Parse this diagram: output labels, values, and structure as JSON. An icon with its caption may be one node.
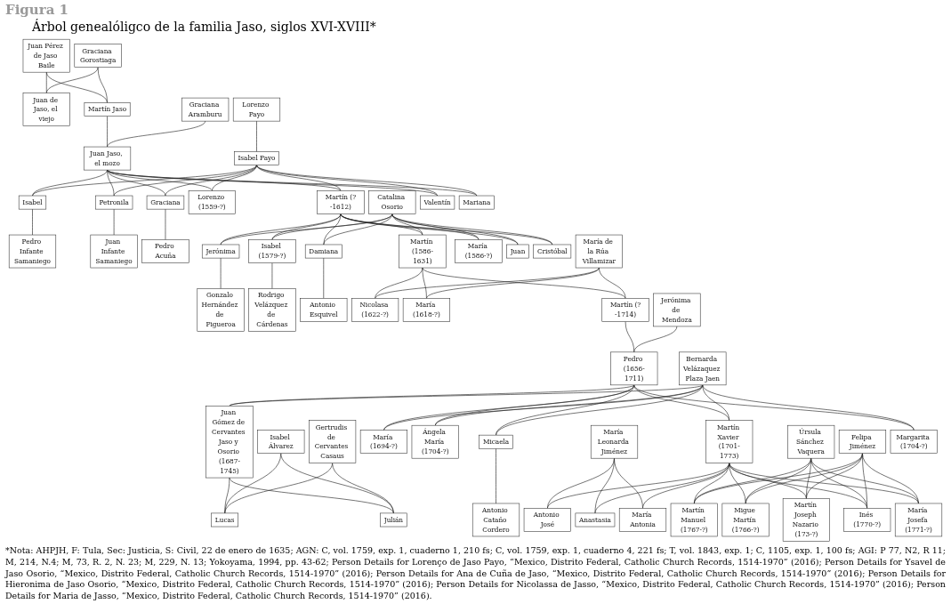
{
  "diagram": {
    "title": "Árbol genealóligco de la familia Jaso, siglos XVI-XVIII*",
    "caption": "*Nota: AHPJH, F: Tula, Sec: Justicia, S: Civil, 22 de enero de 1635; AGN: C, vol. 1759, exp. 1, cuaderno 1, 210 fs; C, vol. 1759, exp. 1, cuaderno 4, 221 fs; T, vol. 1843, exp. 1; C, 1105, exp. 1, 100 fs; AGI: P 77, N2, R 11; M, 214, N.4; M, 73, R. 2, N. 23; M, 229, N. 13; Yokoyama, 1994, pp. 43-62; Person Details for Lorenço de Jaso Payo, “Mexico, Distrito Federal, Catholic Church Records, 1514-1970” (2016); Person Details for Ysavel de Jaso Osorio, “Mexico, Distrito Federal, Catholic Church Records, 1514-1970” (2016); Person Details for Ana de Cuña de Jaso, “Mexico, Distrito Federal, Catholic Church Records, 1514-1970” (2016); Person Details for Hieronima de Jaso Osorio, “Mexico, Distrito Federal, Catholic Church Records, 1514-1970” (2016); Person Details for Nicolassa de Jasso, “Mexico, Distrito Federal, Catholic Church Records, 1514-1970” (2016); Person Details for Maria de Jasso, “Mexico, Distrito Federal, Catholic Church Records, 1514-1970” (2016).",
    "nodes": [
      {
        "text": [
          "Juan Pérez de Jaso Baile"
        ]
      },
      {
        "text": [
          "Graciana Gorostiaga"
        ]
      },
      {
        "text": [
          "Juan de Jaso, el viejo"
        ]
      },
      {
        "text": [
          "Martín Jaso"
        ]
      },
      {
        "text": [
          "Graciana Aramburu"
        ]
      },
      {
        "text": [
          "Lorenzo Payo"
        ]
      },
      {
        "text": [
          "Juan Jaso, el mozo"
        ]
      },
      {
        "text": [
          "Isabel Payo"
        ]
      },
      {
        "text": [
          "Isabel"
        ]
      },
      {
        "text": [
          "Pedro Infante Samaniego"
        ]
      },
      {
        "text": [
          "Petronila"
        ]
      },
      {
        "text": [
          "Juan Infante Samaniego"
        ]
      },
      {
        "text": [
          "Graciana"
        ]
      },
      {
        "text": [
          "Pedro Acuña"
        ]
      },
      {
        "text": [
          "Lorenzo (1559-?)"
        ]
      },
      {
        "text": [
          "Martín (?-1612)"
        ]
      },
      {
        "text": [
          "Catalina Osorio"
        ]
      },
      {
        "text": [
          "Valentín"
        ]
      },
      {
        "text": [
          "Mariana"
        ]
      },
      {
        "text": [
          "Jerónima"
        ]
      },
      {
        "text": [
          "Gonzalo Hernández de Figueroa"
        ]
      },
      {
        "text": [
          "Isabel (1579-?)"
        ]
      },
      {
        "text": [
          "Rodrigo Velázquez de Cárdenas"
        ]
      },
      {
        "text": [
          "Martín (1586-1631)"
        ]
      },
      {
        "text": [
          "María de la Rúa Villamizar"
        ]
      },
      {
        "text": [
          "María (1586-?)"
        ]
      },
      {
        "text": [
          "Juan"
        ]
      },
      {
        "text": [
          "Cristóbal"
        ]
      },
      {
        "text": [
          "Damiana"
        ]
      },
      {
        "text": [
          "Antonio Esquivel"
        ]
      },
      {
        "text": [
          "Nicolasa (1622-?)"
        ]
      },
      {
        "text": [
          "María (1618-?)"
        ]
      },
      {
        "text": [
          "Martín (?-1714)"
        ]
      },
      {
        "text": [
          "Jerónima de Mendoza"
        ]
      },
      {
        "text": [
          "Pedro (1656-1711)"
        ]
      },
      {
        "text": [
          "Bernarda Velázaquez Plaza Jaen"
        ]
      },
      {
        "text": [
          "Juan Gómez de Cervantes Jaso y Osorio (1687-1745)"
        ]
      },
      {
        "text": [
          "Isabel Álvarez"
        ]
      },
      {
        "text": [
          "Gertrudis de Cervantes Casaus"
        ]
      },
      {
        "text": [
          "María (1694-?)"
        ]
      },
      {
        "text": [
          "Ángela María (1704-?)"
        ]
      },
      {
        "text": [
          "Micaela"
        ]
      },
      {
        "text": [
          "Antonio Cataño Cordero"
        ]
      },
      {
        "text": [
          "Martín Xavier (1701-1773)"
        ]
      },
      {
        "text": [
          "María Leonarda Jiménez"
        ]
      },
      {
        "text": [
          "Úrsula Sánchez Vaquera"
        ]
      },
      {
        "text": [
          "Felipa Jiménez"
        ]
      },
      {
        "text": [
          "Margarita (1704-?)"
        ]
      },
      {
        "text": [
          "Lucas"
        ]
      },
      {
        "text": [
          "Julián"
        ]
      },
      {
        "text": [
          "Antonio José"
        ]
      },
      {
        "text": [
          "Anastasia"
        ]
      },
      {
        "text": [
          "María Antonia"
        ]
      },
      {
        "text": [
          "Martín Manuel (1767-?)"
        ]
      },
      {
        "text": [
          "Migue Martín (1766-?)"
        ]
      },
      {
        "text": [
          "Martín Joseph Nazario (173-?)"
        ]
      },
      {
        "text": [
          "Inés (1770-?)"
        ]
      },
      {
        "text": [
          "María Josefa (1771-?)"
        ]
      }
    ],
    "edges": [
      {
        "from": 0,
        "to": 2,
        "arrow": "none"
      },
      {
        "from": 0,
        "to": 3,
        "arrow": "none"
      },
      {
        "from": 1,
        "to": 2,
        "arrow": "none"
      },
      {
        "from": 1,
        "to": 3,
        "arrow": "none"
      },
      {
        "from": 3,
        "to": 6,
        "arrow": "none"
      },
      {
        "from": 4,
        "to": 6,
        "arrow": "none"
      },
      {
        "from": 5,
        "to": 7,
        "arrow": "none"
      },
      {
        "from": 6,
        "to": 8,
        "arrow": "none"
      },
      {
        "from": 6,
        "to": 10,
        "arrow": "none"
      },
      {
        "from": 6,
        "to": 12,
        "arrow": "none"
      },
      {
        "from": 6,
        "to": 14,
        "arrow": "none"
      },
      {
        "from": 6,
        "to": 15,
        "arrow": "none"
      },
      {
        "from": 6,
        "to": 17,
        "arrow": "none"
      },
      {
        "from": 6,
        "to": 18,
        "arrow": "none"
      },
      {
        "from": 7,
        "to": 8,
        "arrow": "none"
      },
      {
        "from": 7,
        "to": 10,
        "arrow": "none"
      },
      {
        "from": 7,
        "to": 12,
        "arrow": "none"
      },
      {
        "from": 7,
        "to": 14,
        "arrow": "none"
      },
      {
        "from": 7,
        "to": 15,
        "arrow": "none"
      },
      {
        "from": 7,
        "to": 17,
        "arrow": "none"
      },
      {
        "from": 7,
        "to": 18,
        "arrow": "none"
      },
      {
        "from": 8,
        "to": 9,
        "arrow": "none"
      },
      {
        "from": 10,
        "to": 11,
        "arrow": "none"
      },
      {
        "from": 12,
        "to": 13,
        "arrow": "none"
      },
      {
        "from": 15,
        "to": 19,
        "arrow": "none"
      },
      {
        "from": 15,
        "to": 21,
        "arrow": "none"
      },
      {
        "from": 15,
        "to": 23,
        "arrow": "none"
      },
      {
        "from": 15,
        "to": 25,
        "arrow": "none"
      },
      {
        "from": 15,
        "to": 26,
        "arrow": "none"
      },
      {
        "from": 15,
        "to": 27,
        "arrow": "none"
      },
      {
        "from": 15,
        "to": 28,
        "arrow": "none"
      },
      {
        "from": 16,
        "to": 19,
        "arrow": "none"
      },
      {
        "from": 16,
        "to": 21,
        "arrow": "none"
      },
      {
        "from": 16,
        "to": 23,
        "arrow": "none"
      },
      {
        "from": 16,
        "to": 25,
        "arrow": "none"
      },
      {
        "from": 16,
        "to": 26,
        "arrow": "none"
      },
      {
        "from": 16,
        "to": 27,
        "arrow": "none"
      },
      {
        "from": 16,
        "to": 28,
        "arrow": "none"
      },
      {
        "from": 19,
        "to": 20,
        "arrow": "none"
      },
      {
        "from": 21,
        "to": 22,
        "arrow": "none"
      },
      {
        "from": 28,
        "to": 29,
        "arrow": "none"
      },
      {
        "from": 23,
        "to": 30,
        "arrow": "none"
      },
      {
        "from": 23,
        "to": 31,
        "arrow": "none"
      },
      {
        "from": 23,
        "to": 32,
        "arrow": "none"
      },
      {
        "from": 24,
        "to": 30,
        "arrow": "none"
      },
      {
        "from": 24,
        "to": 31,
        "arrow": "none"
      },
      {
        "from": 24,
        "to": 32,
        "arrow": "none"
      },
      {
        "from": 32,
        "to": 34,
        "arrow": "none"
      },
      {
        "from": 33,
        "to": 34,
        "arrow": "none"
      },
      {
        "from": 34,
        "to": 36,
        "arrow": "none"
      },
      {
        "from": 34,
        "to": 39,
        "arrow": "none"
      },
      {
        "from": 34,
        "to": 40,
        "arrow": "none"
      },
      {
        "from": 34,
        "to": 41,
        "arrow": "none"
      },
      {
        "from": 34,
        "to": 43,
        "arrow": "none"
      },
      {
        "from": 34,
        "to": 47,
        "arrow": "none"
      },
      {
        "from": 35,
        "to": 36,
        "arrow": "none"
      },
      {
        "from": 35,
        "to": 39,
        "arrow": "none"
      },
      {
        "from": 35,
        "to": 40,
        "arrow": "none"
      },
      {
        "from": 35,
        "to": 41,
        "arrow": "none"
      },
      {
        "from": 35,
        "to": 43,
        "arrow": "none"
      },
      {
        "from": 35,
        "to": 47,
        "arrow": "none"
      },
      {
        "from": 41,
        "to": 42,
        "arrow": "none"
      },
      {
        "from": 36,
        "to": 48,
        "arrow": "none"
      },
      {
        "from": 36,
        "to": 49,
        "arrow": "none"
      },
      {
        "from": 37,
        "to": 48,
        "arrow": "none"
      },
      {
        "from": 37,
        "to": 49,
        "arrow": "none"
      },
      {
        "from": 38,
        "to": 48,
        "arrow": "none"
      },
      {
        "from": 38,
        "to": 49,
        "arrow": "none"
      },
      {
        "from": 43,
        "to": 50,
        "arrow": "none"
      },
      {
        "from": 43,
        "to": 51,
        "arrow": "none"
      },
      {
        "from": 43,
        "to": 52,
        "arrow": "none"
      },
      {
        "from": 44,
        "to": 50,
        "arrow": "none"
      },
      {
        "from": 44,
        "to": 51,
        "arrow": "none"
      },
      {
        "from": 44,
        "to": 52,
        "arrow": "none"
      },
      {
        "from": 43,
        "to": 53,
        "arrow": "none"
      },
      {
        "from": 43,
        "to": 54,
        "arrow": "none"
      },
      {
        "from": 43,
        "to": 55,
        "arrow": "none"
      },
      {
        "from": 43,
        "to": 56,
        "arrow": "none"
      },
      {
        "from": 43,
        "to": 57,
        "arrow": "none"
      },
      {
        "from": 45,
        "to": 53,
        "arrow": "none"
      },
      {
        "from": 45,
        "to": 54,
        "arrow": "none"
      },
      {
        "from": 45,
        "to": 55,
        "arrow": "none"
      },
      {
        "from": 45,
        "to": 56,
        "arrow": "none"
      },
      {
        "from": 45,
        "to": 57,
        "arrow": "none"
      },
      {
        "from": 46,
        "to": 53,
        "arrow": "none"
      },
      {
        "from": 46,
        "to": 54,
        "arrow": "none"
      },
      {
        "from": 46,
        "to": 55,
        "arrow": "none"
      },
      {
        "from": 46,
        "to": 56,
        "arrow": "none"
      },
      {
        "from": 46,
        "to": 57,
        "arrow": "none"
      }
    ],
    "labels": [
      "Figura 1"
    ]
  }
}
